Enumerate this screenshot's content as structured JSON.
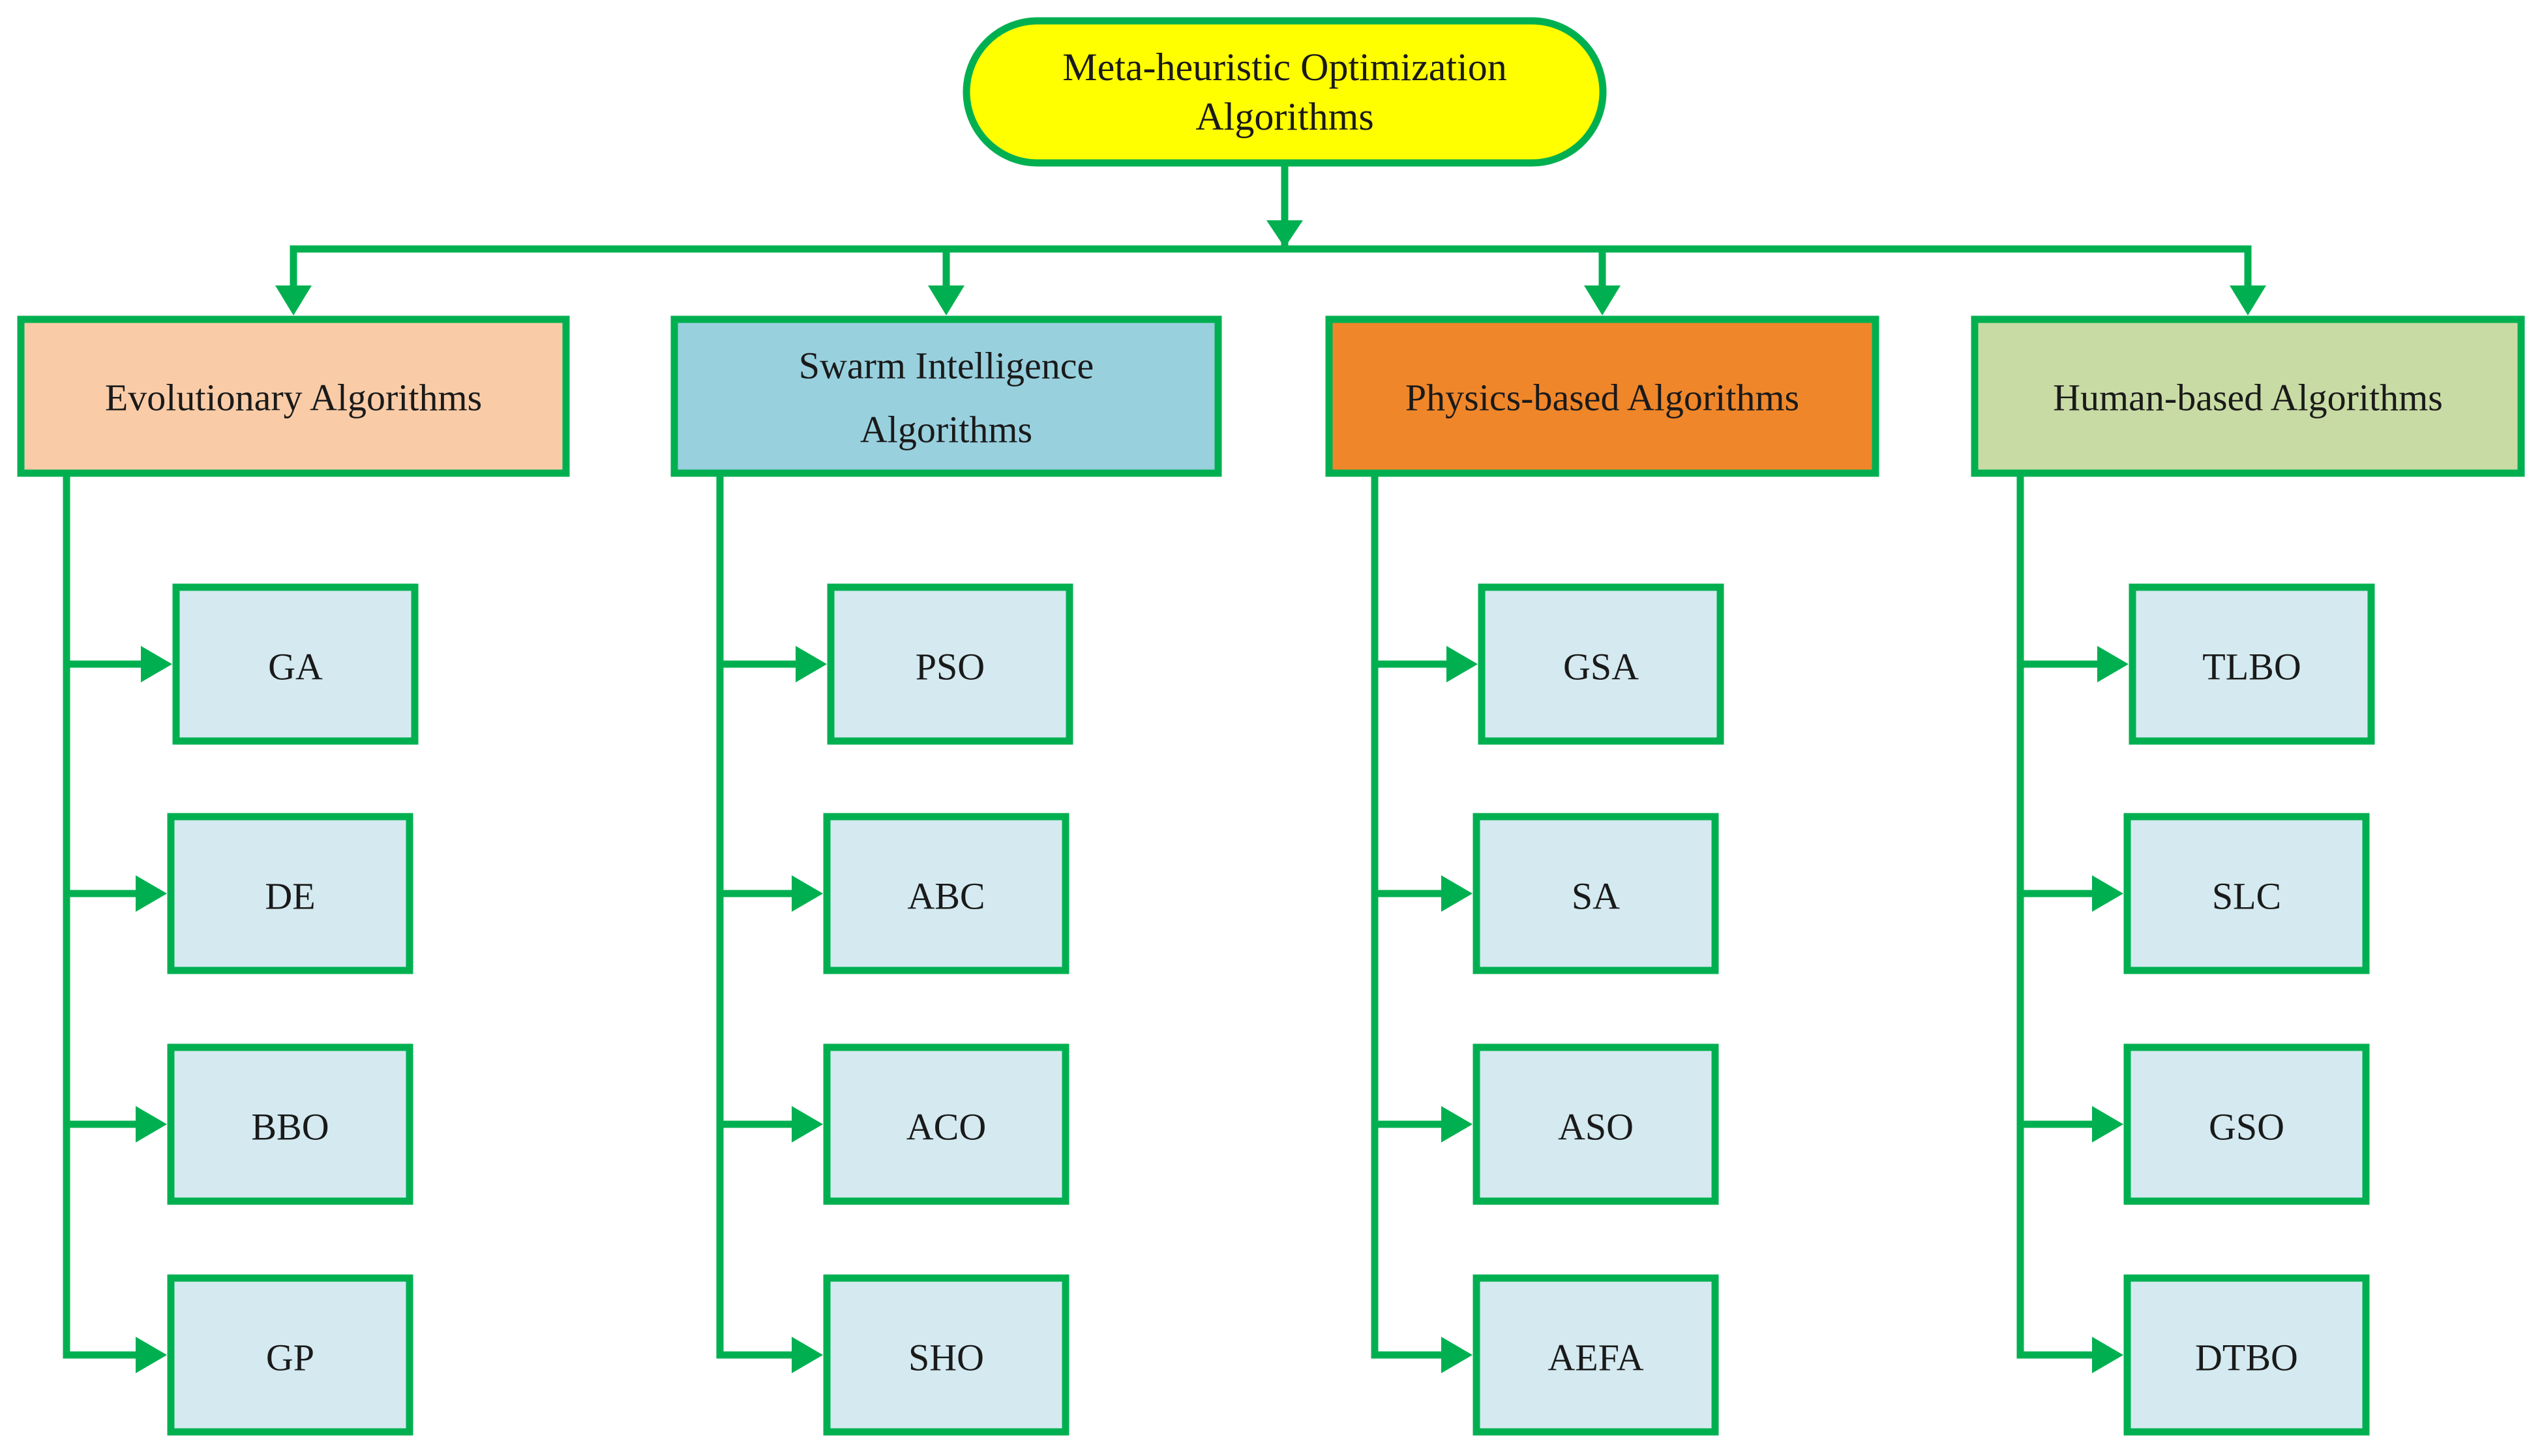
{
  "colors": {
    "line": "#00b050",
    "root_fill": "#ffff00",
    "leaf_fill": "#d4eaf0",
    "text": "#1a1a1a"
  },
  "root": {
    "lines": [
      "Meta-heuristic Optimization",
      "Algorithms"
    ],
    "fill": "#ffff00"
  },
  "categories": [
    {
      "id": "evolutionary",
      "lines": [
        "Evolutionary Algorithms"
      ],
      "fill": "#f9cca7",
      "children": [
        "GA",
        "DE",
        "BBO",
        "GP"
      ]
    },
    {
      "id": "swarm",
      "lines": [
        "Swarm Intelligence",
        "Algorithms"
      ],
      "fill": "#98d0de",
      "children": [
        "PSO",
        "ABC",
        "ACO",
        "SHO"
      ]
    },
    {
      "id": "physics",
      "lines": [
        "Physics-based Algorithms"
      ],
      "fill": "#f0862a",
      "children": [
        "GSA",
        "SA",
        "ASO",
        "AEFA"
      ]
    },
    {
      "id": "human",
      "lines": [
        "Human-based Algorithms"
      ],
      "fill": "#c8dba4",
      "children": [
        "TLBO",
        "SLC",
        "GSO",
        "DTBO"
      ]
    }
  ]
}
